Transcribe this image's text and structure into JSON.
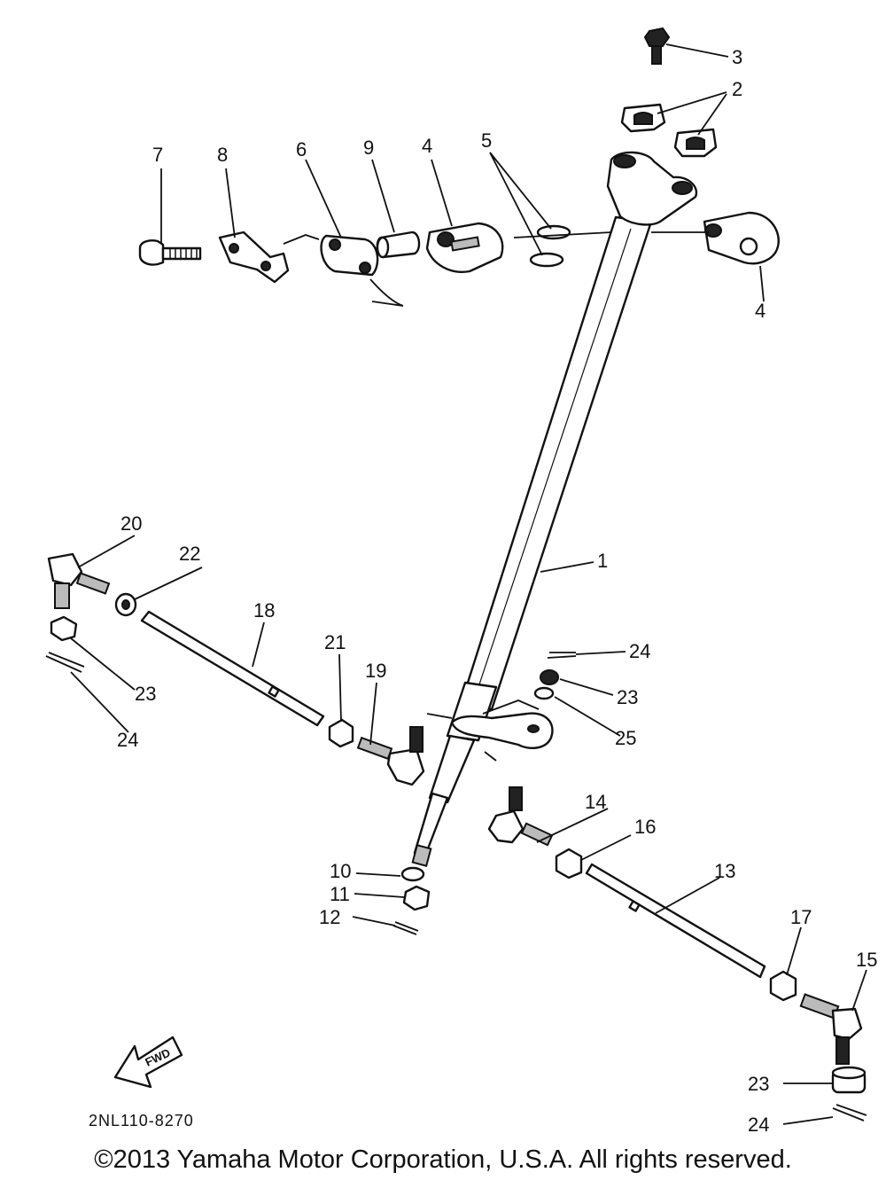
{
  "diagram": {
    "figure_code": "2NL110-8270",
    "fwd_arrow_text": "FWD",
    "copyright": "©2013 Yamaha Motor Corporation, U.S.A. All rights reserved.",
    "callouts": {
      "c1": "1",
      "c2": "2",
      "c3": "3",
      "c4a": "4",
      "c4b": "4",
      "c5": "5",
      "c6": "6",
      "c7": "7",
      "c8": "8",
      "c9": "9",
      "c10": "10",
      "c11": "11",
      "c12": "12",
      "c13": "13",
      "c14": "14",
      "c15": "15",
      "c16": "16",
      "c17": "17",
      "c18": "18",
      "c19": "19",
      "c20": "20",
      "c21": "21",
      "c22": "22",
      "c23a": "23",
      "c23b": "23",
      "c23c": "23",
      "c24a": "24",
      "c24b": "24",
      "c24c": "24",
      "c25": "25"
    }
  }
}
